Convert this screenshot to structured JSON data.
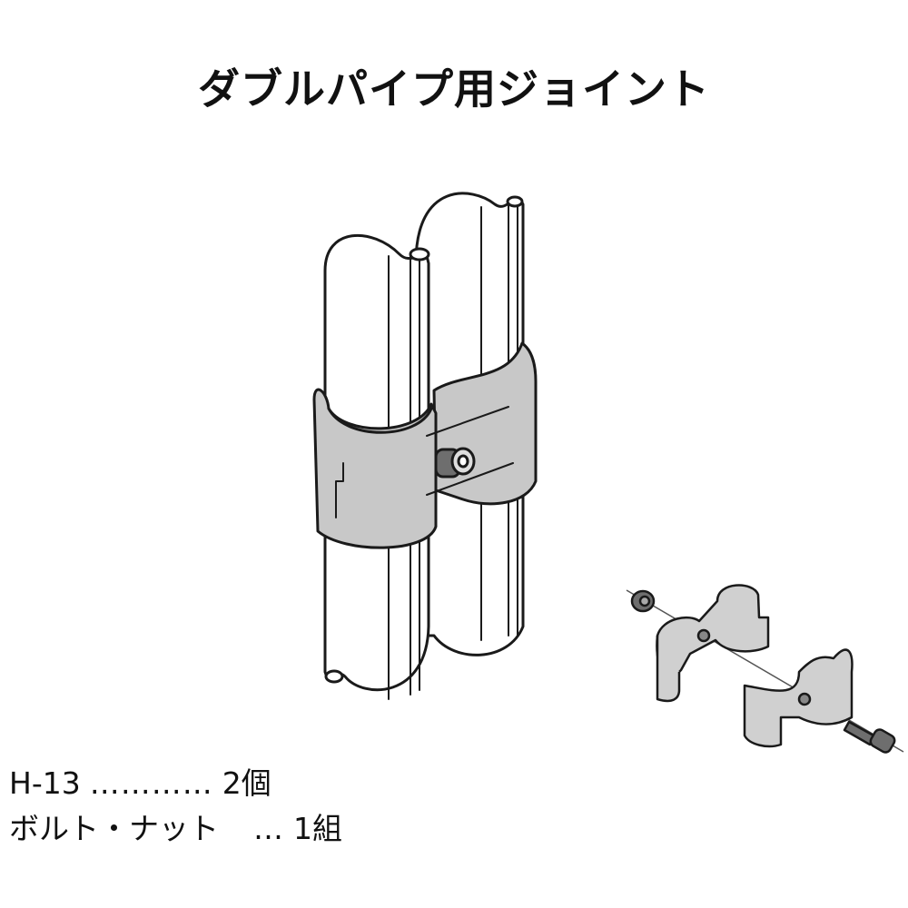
{
  "title": "ダブルパイプ用ジョイント",
  "illustrations": {
    "main": "assembled-double-pipe-joint",
    "exploded": "exploded-joint-parts"
  },
  "parts": [
    {
      "name": "H-13",
      "leader": "…………",
      "qty": "2個"
    },
    {
      "name": "ボルト・ナット",
      "leader": "…",
      "qty": "1組"
    }
  ],
  "colors": {
    "line": "#1a1a1a",
    "pipe_fill": "#ffffff",
    "joint_fill": "#c8c8c8",
    "bolt_fill": "#6e6e6e"
  }
}
